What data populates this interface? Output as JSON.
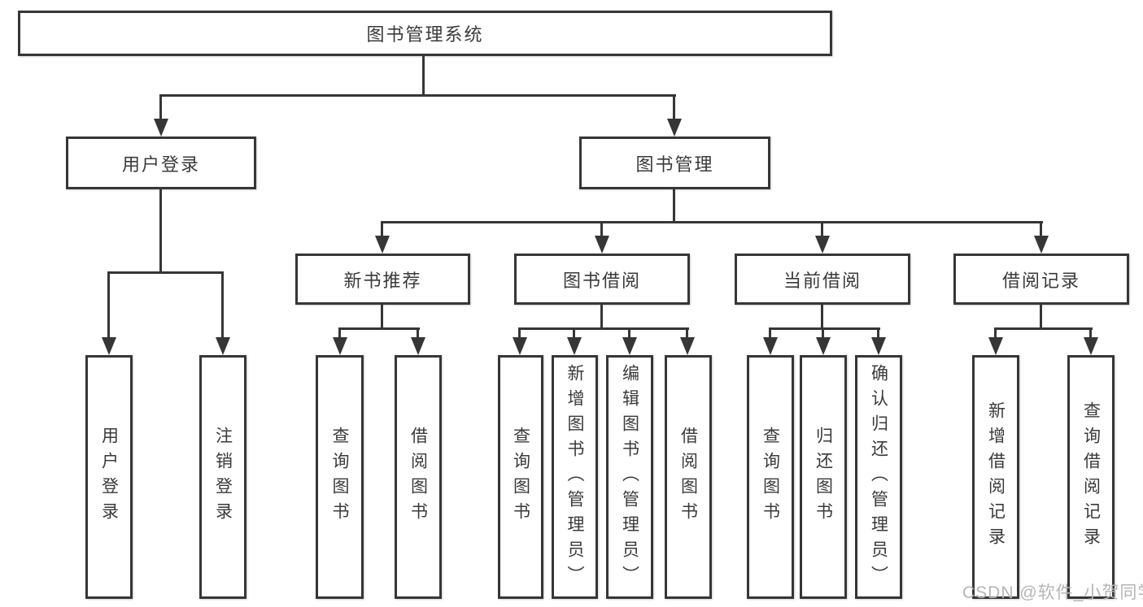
{
  "diagram": {
    "root": "图书管理系统",
    "branches": [
      {
        "label": "用户登录",
        "children": [
          "用户登录",
          "注销登录"
        ]
      },
      {
        "label": "图书管理",
        "groups": [
          {
            "label": "新书推荐",
            "children": [
              "查询图书",
              "借阅图书"
            ]
          },
          {
            "label": "图书借阅",
            "children": [
              "查询图书",
              "新增图书（管理员）",
              "编辑图书（管理员）",
              "借阅图书"
            ]
          },
          {
            "label": "当前借阅",
            "children": [
              "查询图书",
              "归还图书",
              "确认归还（管理员）"
            ]
          },
          {
            "label": "借阅记录",
            "children": [
              "新增借阅记录",
              "查询借阅记录"
            ]
          }
        ]
      }
    ]
  },
  "watermark": "CSDN @软件_小贺同学",
  "colors": {
    "line": "#363636",
    "text": "#3a3a3a",
    "background": "#ffffff",
    "watermark": "#b5b5b5"
  }
}
